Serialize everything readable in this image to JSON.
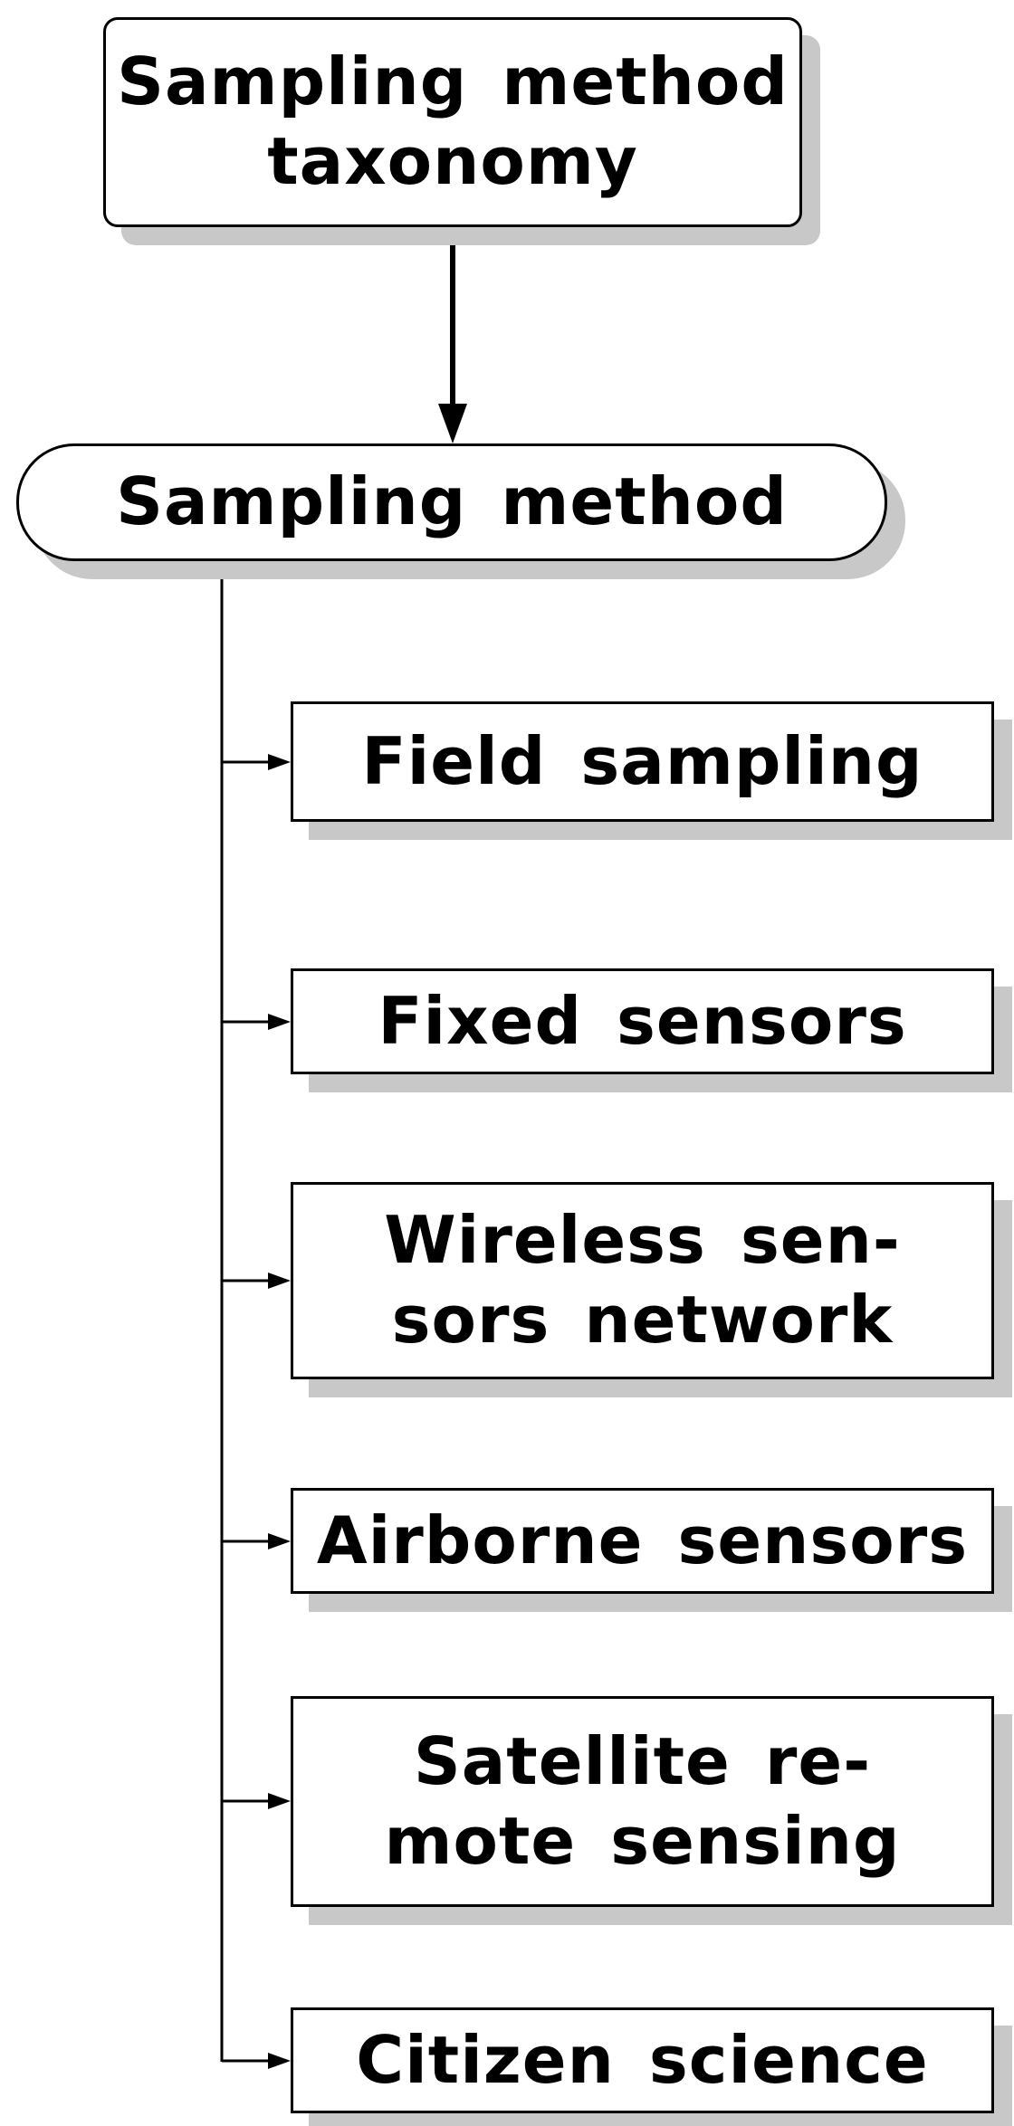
{
  "diagram": {
    "root": {
      "label": "Sampling method\ntaxonomy"
    },
    "method": {
      "label": "Sampling method"
    },
    "children": [
      {
        "label": "Field sampling"
      },
      {
        "label": "Fixed sensors"
      },
      {
        "label": "Wireless sen-\nsors network"
      },
      {
        "label": "Airborne sensors"
      },
      {
        "label": "Satellite re-\nmote sensing"
      },
      {
        "label": "Citizen science"
      }
    ]
  },
  "colors": {
    "stroke": "#000000",
    "shadow": "#c8c8c8",
    "fill": "#ffffff"
  }
}
